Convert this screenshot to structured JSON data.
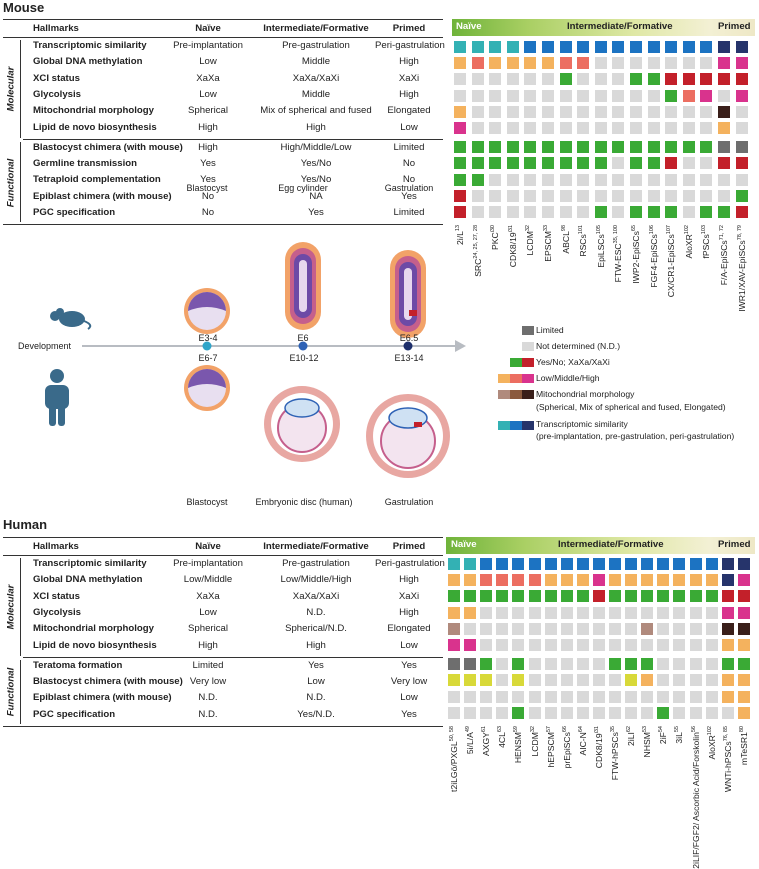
{
  "mouse_title": "Mouse",
  "human_title": "Human",
  "headers": {
    "hallmarks": "Hallmarks",
    "naive": "Naïve",
    "intermediate": "Intermediate/Formative",
    "primed": "Primed"
  },
  "groups": {
    "molecular": "Molecular",
    "functional": "Functional"
  },
  "mouse_rows": [
    {
      "name": "Transcriptomic similarity",
      "naive": "Pre-implantation",
      "inter": "Pre-gastrulation",
      "primed": "Peri-gastrulation"
    },
    {
      "name": "Global DNA methylation",
      "naive": "Low",
      "inter": "Middle",
      "primed": "High"
    },
    {
      "name": "XCI status",
      "naive": "XaXa",
      "inter": "XaXa/XaXi",
      "primed": "XaXi"
    },
    {
      "name": "Glycolysis",
      "naive": "Low",
      "inter": "Middle",
      "primed": "High"
    },
    {
      "name": "Mitochondrial morphology",
      "naive": "Spherical",
      "inter": "Mix of spherical and fused",
      "primed": "Elongated"
    },
    {
      "name": "Lipid de novo biosynthesis",
      "naive": "High",
      "inter": "High",
      "primed": "Low"
    },
    {
      "name": "Blastocyst chimera (with mouse)",
      "naive": "High",
      "inter": "High/Middle/Low",
      "primed": "Limited"
    },
    {
      "name": "Germline transmission",
      "naive": "Yes",
      "inter": "Yes/No",
      "primed": "No"
    },
    {
      "name": "Tetraploid complementation",
      "naive": "Yes",
      "inter": "Yes/No",
      "primed": "No"
    },
    {
      "name": "Epiblast chimera (with mouse)",
      "naive": "No",
      "inter": "NA",
      "primed": "Yes"
    },
    {
      "name": "PGC specification",
      "naive": "No",
      "inter": "Yes",
      "primed": "Limited"
    }
  ],
  "human_rows": [
    {
      "name": "Transcriptomic similarity",
      "naive": "Pre-implantation",
      "inter": "Pre-gastrulation",
      "primed": "Peri-gastrulation"
    },
    {
      "name": "Global DNA methylation",
      "naive": "Low/Middle",
      "inter": "Low/Middle/High",
      "primed": "High"
    },
    {
      "name": "XCI status",
      "naive": "XaXa",
      "inter": "XaXa/XaXi",
      "primed": "XaXi"
    },
    {
      "name": "Glycolysis",
      "naive": "Low",
      "inter": "N.D.",
      "primed": "High"
    },
    {
      "name": "Mitochondrial morphology",
      "naive": "Spherical",
      "inter": "Spherical/N.D.",
      "primed": "Elongated"
    },
    {
      "name": "Lipid de novo biosynthesis",
      "naive": "High",
      "inter": "High",
      "primed": "Low"
    },
    {
      "name": "Teratoma formation",
      "naive": "Limited",
      "inter": "Yes",
      "primed": "Yes"
    },
    {
      "name": "Blastocyst chimera (with mouse)",
      "naive": "Very low",
      "inter": "Low",
      "primed": "Very low"
    },
    {
      "name": "Epiblast chimera (with mouse)",
      "naive": "N.D.",
      "inter": "N.D.",
      "primed": "Low"
    },
    {
      "name": "PGC specification",
      "naive": "N.D.",
      "inter": "Yes/N.D.",
      "primed": "Yes"
    }
  ],
  "mouse_cols": [
    "2i/L|13",
    "SRC|24, 25, 27, 28",
    "PKC|i30",
    "CDK8/19|i31",
    "LCDM|32",
    "EPSCM|33",
    "ABCL|98",
    "RSCs|101",
    "EpiLSCs|105",
    "FTW-ESC|35, 100",
    "IWP2-EpiSCs|65",
    "FGF4-EpiSCs|106",
    "CX/CR1-EpiSCs|107",
    "AloXR|102",
    "fPSCs|103",
    "F/A-EpiSCs|71, 72",
    "IWR1/XAV-EpiSCs|78, 79"
  ],
  "human_cols": [
    "t2iLGö/PXGL|50, 58",
    "5i/L/A|49",
    "AXGY|61",
    "4CL|63",
    "HENSM|59",
    "LCDM|32",
    "hEPSCM|57",
    "prEpiSCs|66",
    "AIC-N|64",
    "CDK8/19|i31",
    "FTW-hPSCs|35",
    "2iLI|62",
    "NHSM|53",
    "2iF|54",
    "3iL|55",
    "2iLIF/FGF2/ Ascorbic Acid/Forskolin|56",
    "AloXR|102",
    "WNTi-hPSCs|76, 85",
    "mTeSR1|80"
  ],
  "colors": {
    "N": "#d9d9d9",
    "L": "#6e6e6e",
    "G": "#3aaa35",
    "R": "#c3202a",
    "Y": "#f4b25e",
    "O": "#ec6e61",
    "P": "#d9338d",
    "B": "#b08a7d",
    "M": "#8a5a3e",
    "D": "#3a1f1a",
    "T": "#33b1b4",
    "U": "#1c73c2",
    "V": "#26346b",
    "Z": "#d8d939"
  },
  "mouse_grid": [
    "TTTTUUUUUUUUUUUVV",
    "YOYYYYOONNNNNNNPP",
    "NNNNNNGNNNGGRRRRR",
    "NNNNNNNNNNNNGOPNP",
    "YNNNNNNNNNNNNNNDN",
    "PNNNNNNNNNNNNNNYN",
    "GGGGGGGGGGGGGGGLL",
    "GGGGGGGGGNGGRNNRR",
    "GGNNNNNNNNNNNNNNN",
    "RNNNNNNNNNNNNNNNG",
    "RNNNNNNNGNGGGNGGR"
  ],
  "human_grid": [
    "TTUUUUUUUUUUUUUUUVV",
    "YYOOOOYYYPYYYYYYYVP",
    "GGGGGGGGGRGGGGGGGRR",
    "YYNNNNNNNNNNNNNNNPP",
    "BNNNNNNNNNNNBNNNNDD",
    "PPNNNNNNNNNNNNNNNYY",
    "LLGNGNNNNNGGGNNNNGG",
    "ZZZNZNNNNNNZYNNNNYY",
    "NNNNNNNNNNNNNNNNNYY",
    "NNNNGNNNNNNNNGNNNNY"
  ],
  "stages": {
    "blastocyst": "Blastocyst",
    "egg_cylinder": "Egg cylinder",
    "gastrulation": "Gastrulation",
    "blastocyst_h": "Blastocyst",
    "embryonic_disc": "Embryonic disc (human)",
    "gastrulation_h": "Gastrulation",
    "m1": "E3-4",
    "m2": "E6",
    "m3": "E6.5",
    "h1": "E6-7",
    "h2": "E10-12",
    "h3": "E13-14",
    "development": "Development"
  },
  "legend": {
    "limited": "Limited",
    "nd": "Not determined (N.D.)",
    "yesno": "Yes/No; XaXa/XaXi",
    "lmh": "Low/Middle/High",
    "mito": "Mitochondrial morphology",
    "mito_sub": "(Spherical, Mix of spherical and fused, Elongated)",
    "trans": "Transcriptomic similarity",
    "trans_sub": "(pre-implantation, pre-gastrulation, peri-gastrulation)"
  }
}
